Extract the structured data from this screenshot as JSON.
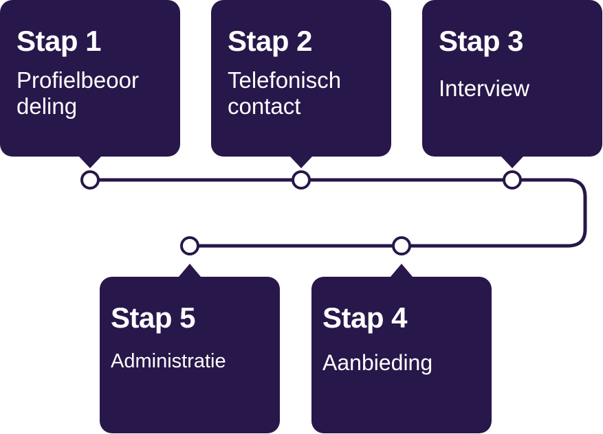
{
  "colors": {
    "card": "#28174a",
    "line": "#28174a",
    "node_fill": "#ffffff"
  },
  "steps": [
    {
      "title": "Stap 1",
      "label": "Profielbeoor\ndeling"
    },
    {
      "title": "Stap 2",
      "label": "Telefonisch\ncontact"
    },
    {
      "title": "Stap 3",
      "label": "Interview"
    },
    {
      "title": "Stap 4",
      "label": "Aanbieding"
    },
    {
      "title": "Stap 5",
      "label": "Administratie"
    }
  ]
}
